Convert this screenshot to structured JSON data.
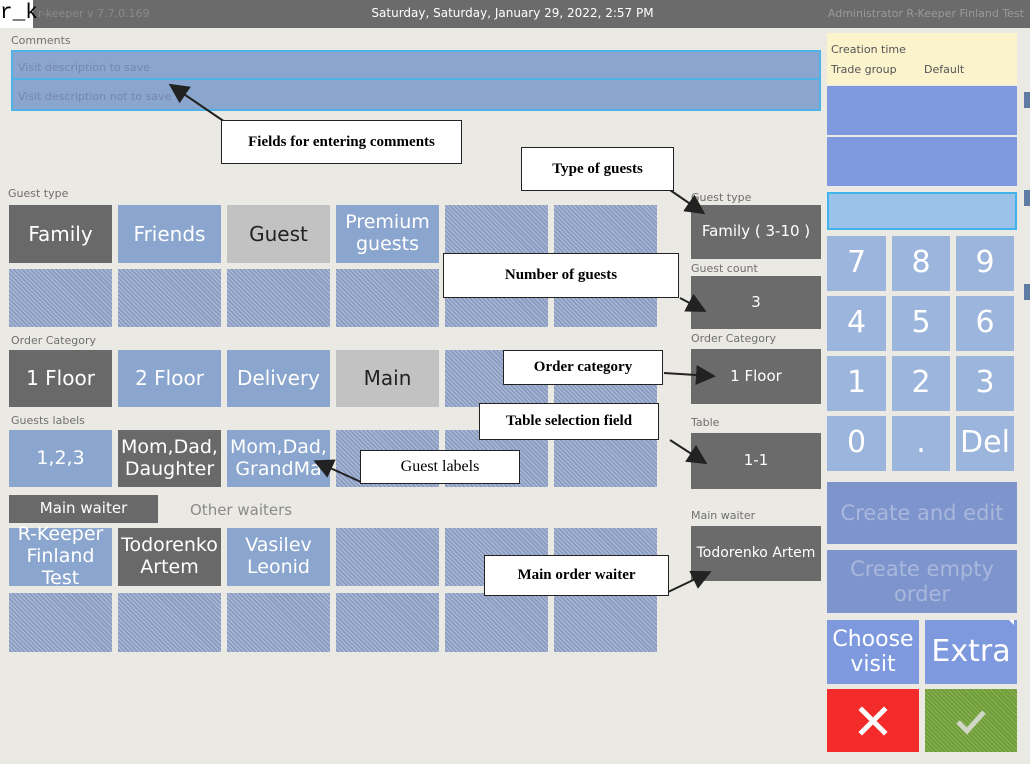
{
  "header": {
    "logo": "r_k",
    "app_version": "r-keeper v 7.7.0.169",
    "datetime": "Saturday, Saturday, January 29, 2022, 2:57 PM",
    "user": "Administrator R-Keeper Finland Test"
  },
  "comments": {
    "label": "Comments",
    "line1": "Visit description to save",
    "line2": "Visit description not to save"
  },
  "guest_type": {
    "label": "Guest type",
    "buttons": [
      "Family",
      "Friends",
      "Guest",
      "Premium guests"
    ]
  },
  "order_category": {
    "label": "Order Category",
    "buttons": [
      "1 Floor",
      "2 Floor",
      "Delivery",
      "Main"
    ]
  },
  "guests_labels": {
    "label": "Guests labels",
    "buttons": [
      "1,2,3",
      "Mom,Dad, Daughter",
      "Mom,Dad, GrandMa"
    ]
  },
  "waiters": {
    "tab_main": "Main waiter",
    "tab_other": "Other waiters",
    "buttons": [
      "R-Keeper Finland Test",
      "Todorenko Artem",
      "Vasilev Leonid"
    ]
  },
  "fields": {
    "guest_type_label": "Guest type",
    "guest_type_value": "Family ( 3-10 )",
    "guest_count_label": "Guest count",
    "guest_count_value": "3",
    "order_category_label": "Order Category",
    "order_category_value": "1 Floor",
    "table_label": "Table",
    "table_value": "1-1",
    "main_waiter_label": "Main waiter",
    "main_waiter_value": "Todorenko Artem"
  },
  "annotations": {
    "comments": "Fields for entering comments",
    "type_of_guests": "Type of guests",
    "number_of_guests": "Number of guests",
    "order_category": "Order category",
    "table_selection": "Table selection field",
    "guest_labels": "Guest labels",
    "main_waiter": "Main order waiter"
  },
  "right_panel": {
    "creation_time_label": "Creation time",
    "trade_group_label": "Trade group",
    "trade_group_value": "Default"
  },
  "keypad": [
    "7",
    "8",
    "9",
    "4",
    "5",
    "6",
    "1",
    "2",
    "3",
    "0",
    ".",
    "Del"
  ],
  "actions": {
    "create_and_edit": "Create and edit",
    "create_empty_order": "Create empty order",
    "choose_visit": "Choose visit",
    "extra": "Extra"
  },
  "colors": {
    "dark_button": "#696969",
    "blue_button": "#8aa5ce",
    "cancel": "#f42b2b",
    "ok": "#6f9e36"
  }
}
